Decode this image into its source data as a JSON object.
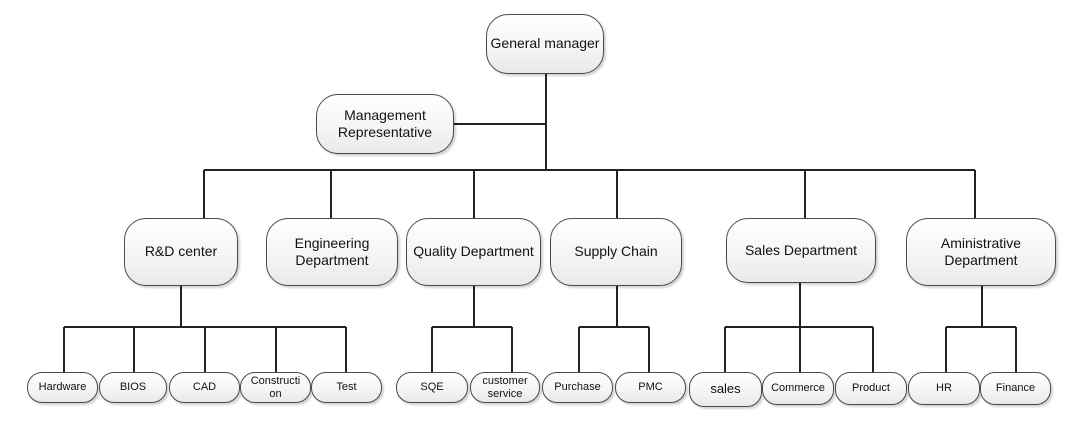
{
  "org_chart": {
    "top": {
      "label": "General manager"
    },
    "assistant": {
      "label": "Management\nRepresentative"
    },
    "departments": [
      {
        "label": "R&D center",
        "units": [
          "Hardware",
          "BIOS",
          "CAD",
          "Constructi\non",
          "Test"
        ]
      },
      {
        "label": "Engineering\nDepartment",
        "units": []
      },
      {
        "label": "Quality Department",
        "units": [
          "SQE",
          "customer\nservice"
        ]
      },
      {
        "label": "Supply Chain",
        "units": [
          "Purchase",
          "PMC"
        ]
      },
      {
        "label": "Sales Department",
        "units": [
          "sales",
          "Commerce",
          "Product"
        ]
      },
      {
        "label": "Aministrative\nDepartment",
        "units": [
          "HR",
          "Finance"
        ]
      }
    ]
  }
}
